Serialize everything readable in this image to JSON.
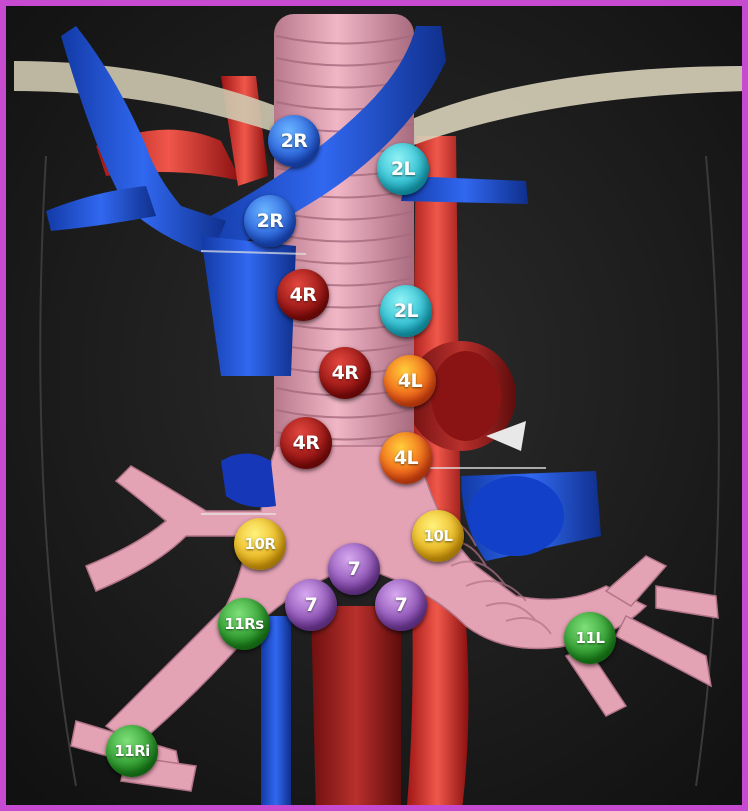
{
  "stations": [
    {
      "id": "2R-upper",
      "label": "2R",
      "class": "st-2R"
    },
    {
      "id": "2L-upper",
      "label": "2L",
      "class": "st-2L"
    },
    {
      "id": "2R-lower",
      "label": "2R",
      "class": "st-2R"
    },
    {
      "id": "4R-upper",
      "label": "4R",
      "class": "st-4R"
    },
    {
      "id": "2L-lower",
      "label": "2L",
      "class": "st-2L"
    },
    {
      "id": "4R-middle",
      "label": "4R",
      "class": "st-4R"
    },
    {
      "id": "4L-upper",
      "label": "4L",
      "class": "st-4L"
    },
    {
      "id": "4R-lower",
      "label": "4R",
      "class": "st-4R"
    },
    {
      "id": "4L-lower",
      "label": "4L",
      "class": "st-4L"
    },
    {
      "id": "10R",
      "label": "10R",
      "class": "st-10"
    },
    {
      "id": "10L",
      "label": "10L",
      "class": "st-10"
    },
    {
      "id": "7-top",
      "label": "7",
      "class": "st-7"
    },
    {
      "id": "7-left",
      "label": "7",
      "class": "st-7"
    },
    {
      "id": "7-right",
      "label": "7",
      "class": "st-7"
    },
    {
      "id": "11Rs",
      "label": "11Rs",
      "class": "st-11"
    },
    {
      "id": "11L",
      "label": "11L",
      "class": "st-11"
    },
    {
      "id": "11Ri",
      "label": "11Ri",
      "class": "st-11"
    }
  ],
  "colors": {
    "frame": "#c64bd0",
    "background": "#181818",
    "trachea": "#e8a6b8",
    "vein": "#1f4fd8",
    "artery": "#d8342c",
    "nerve": "#cfc9b0"
  }
}
